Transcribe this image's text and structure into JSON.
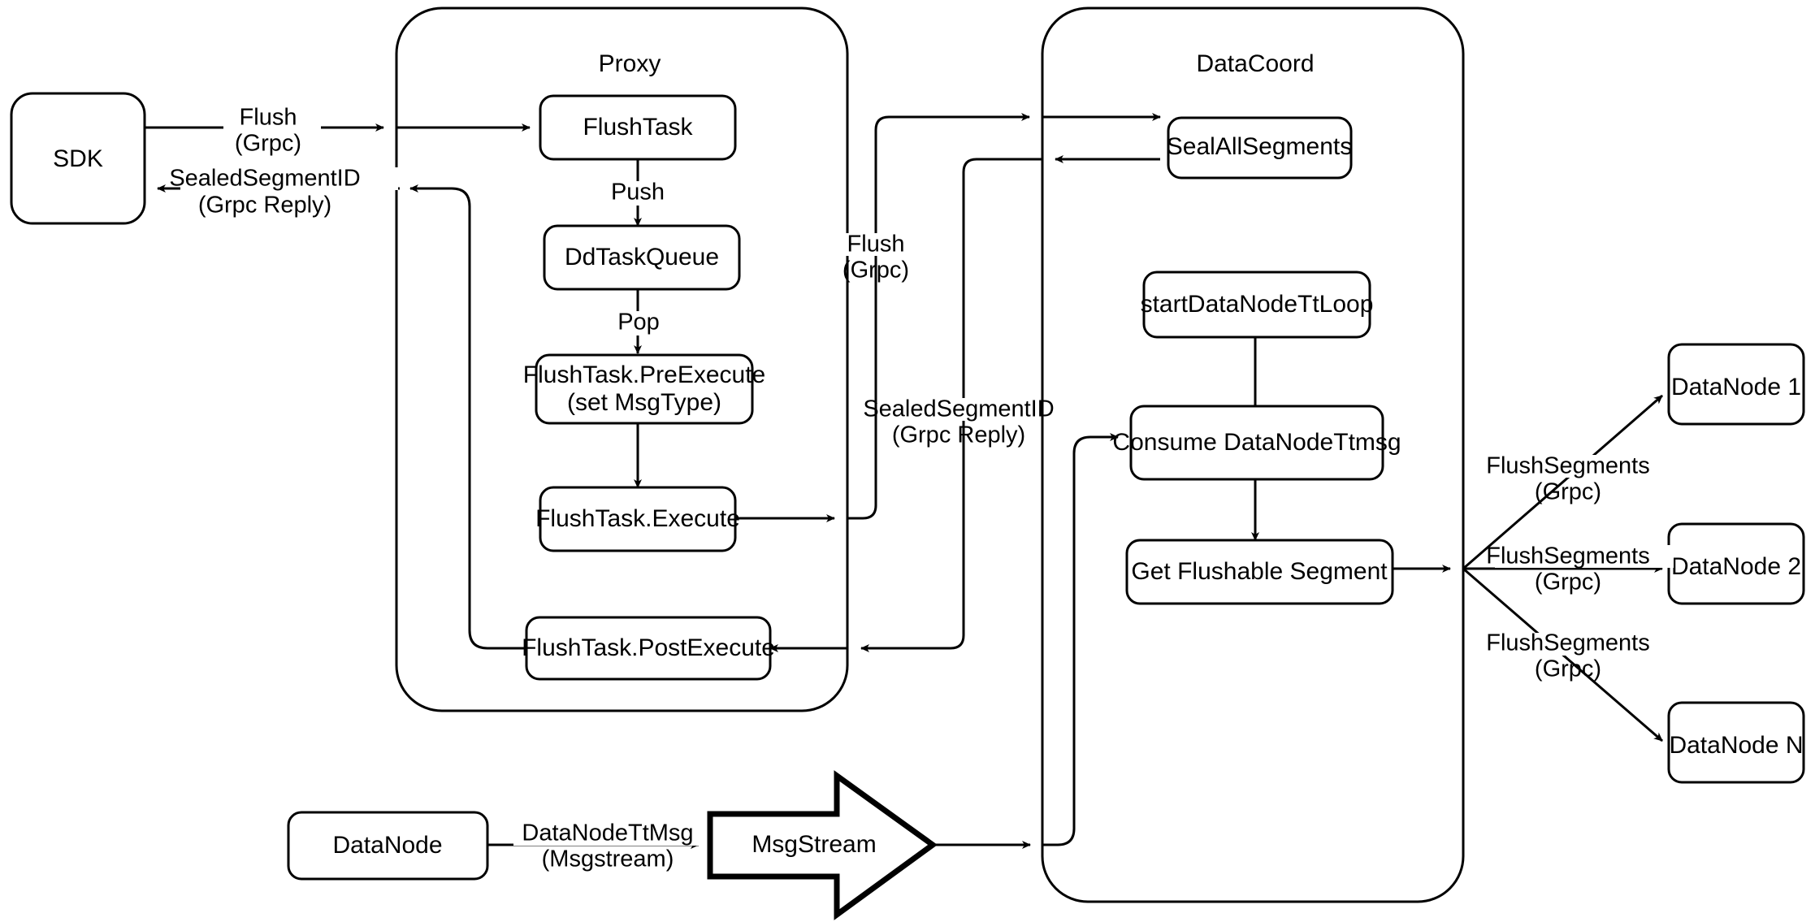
{
  "diagram": {
    "title": "Milvus Flush Sequence Architecture",
    "background_color": "#ffffff",
    "stroke_color": "#000000",
    "containers": [
      {
        "id": "proxy",
        "label": "Proxy"
      },
      {
        "id": "datacoord",
        "label": "DataCoord"
      }
    ],
    "nodes": {
      "sdk": {
        "label": "SDK"
      },
      "flush_task": {
        "label": "FlushTask"
      },
      "dd_task_queue": {
        "label": "DdTaskQueue"
      },
      "pre_execute_line1": {
        "label": "FlushTask.PreExecute"
      },
      "pre_execute_line2": {
        "label": "(set MsgType)"
      },
      "execute": {
        "label": "FlushTask.Execute"
      },
      "post_execute": {
        "label": "FlushTask.PostExecute"
      },
      "seal_all_segments": {
        "label": "SealAllSegments"
      },
      "start_datanode_tt_loop": {
        "label": "startDataNodeTtLoop"
      },
      "consume_datanode_ttmsg": {
        "label": "Consume DataNodeTtmsg"
      },
      "get_flushable_segment": {
        "label": "Get Flushable Segment"
      },
      "datanode_source": {
        "label": "DataNode"
      },
      "msgstream": {
        "label": "MsgStream"
      },
      "datanode_1": {
        "label": "DataNode 1"
      },
      "datanode_2": {
        "label": "DataNode 2"
      },
      "datanode_n": {
        "label": "DataNode N"
      }
    },
    "edge_labels": {
      "sdk_to_proxy_l1": "Flush",
      "sdk_to_proxy_l2": "(Grpc)",
      "proxy_to_sdk_l1": "SealedSegmentID",
      "proxy_to_sdk_l2": "(Grpc Reply)",
      "flushtask_push": "Push",
      "queue_pop": "Pop",
      "proxy_to_coord_l1": "Flush",
      "proxy_to_coord_l2": "(Grpc)",
      "coord_to_proxy_l1": "SealedSegmentID",
      "coord_to_proxy_l2": "(Grpc Reply)",
      "datanode_ttmsg_l1": "DataNodeTtMsg",
      "datanode_ttmsg_l2": "(Msgstream)",
      "flush_segments_1_l1": "FlushSegments",
      "flush_segments_1_l2": "(Grpc)",
      "flush_segments_2_l1": "FlushSegments",
      "flush_segments_2_l2": "(Grpc)",
      "flush_segments_n_l1": "FlushSegments",
      "flush_segments_n_l2": "(Grpc)"
    }
  }
}
